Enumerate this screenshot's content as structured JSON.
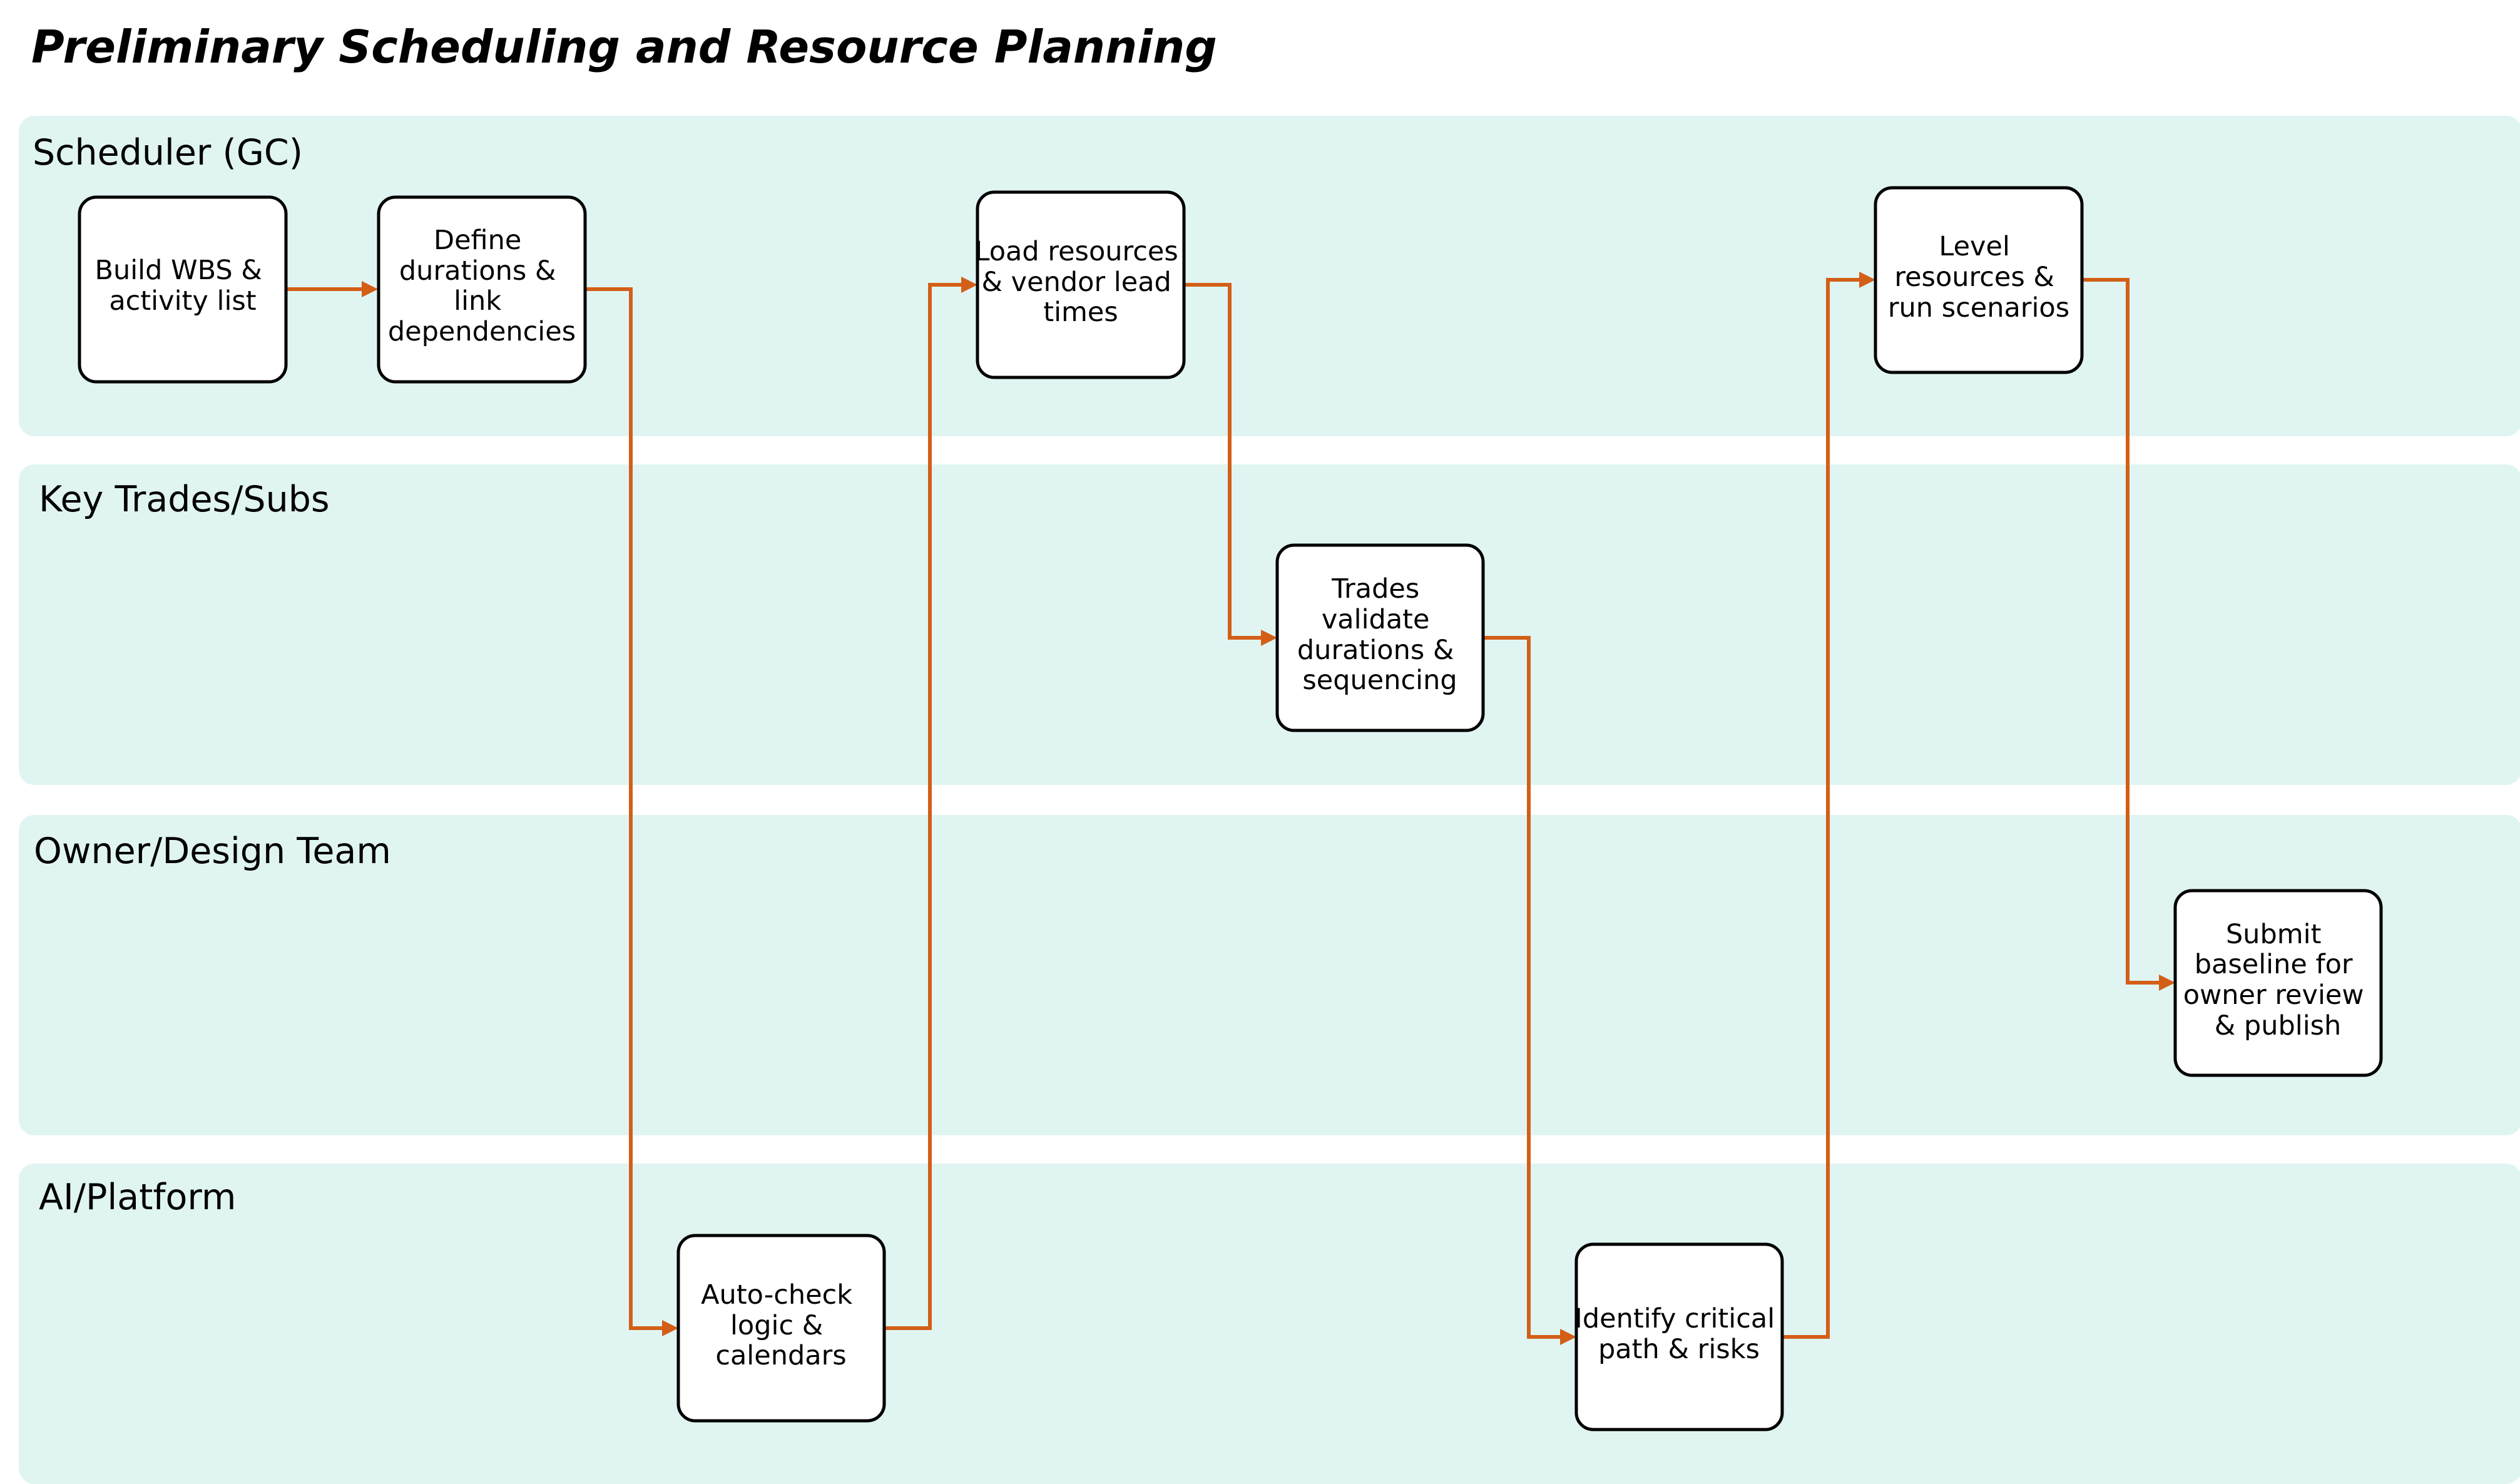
{
  "title": "Preliminary Scheduling and Resource Planning",
  "lanes": [
    {
      "id": "scheduler",
      "label": "Scheduler (GC)"
    },
    {
      "id": "trades",
      "label": "Key Trades/Subs"
    },
    {
      "id": "owner",
      "label": "Owner/Design Team"
    },
    {
      "id": "ai",
      "label": "AI/Platform"
    }
  ],
  "steps": [
    {
      "id": "build-wbs",
      "lane": "scheduler",
      "lines": [
        "Build WBS &",
        "activity list"
      ]
    },
    {
      "id": "define-durations",
      "lane": "scheduler",
      "lines": [
        "Define",
        "durations &",
        "link",
        "dependencies"
      ]
    },
    {
      "id": "auto-check",
      "lane": "ai",
      "lines": [
        "Auto-check",
        "logic &",
        "calendars"
      ]
    },
    {
      "id": "load-resources",
      "lane": "scheduler",
      "lines": [
        "Load resources",
        "& vendor lead",
        "times"
      ]
    },
    {
      "id": "trades-validate",
      "lane": "trades",
      "lines": [
        "Trades",
        "validate",
        "durations &",
        "sequencing"
      ]
    },
    {
      "id": "identify-critical",
      "lane": "ai",
      "lines": [
        "Identify critical",
        "path & risks"
      ]
    },
    {
      "id": "level-resources",
      "lane": "scheduler",
      "lines": [
        "Level",
        "resources &",
        "run scenarios"
      ]
    },
    {
      "id": "submit-baseline",
      "lane": "owner",
      "lines": [
        "Submit",
        "baseline for",
        "owner review",
        "& publish"
      ]
    }
  ],
  "flows": [
    {
      "from": "build-wbs",
      "to": "define-durations"
    },
    {
      "from": "define-durations",
      "to": "auto-check"
    },
    {
      "from": "auto-check",
      "to": "load-resources"
    },
    {
      "from": "load-resources",
      "to": "trades-validate"
    },
    {
      "from": "trades-validate",
      "to": "identify-critical"
    },
    {
      "from": "identify-critical",
      "to": "level-resources"
    },
    {
      "from": "level-resources",
      "to": "submit-baseline"
    }
  ]
}
